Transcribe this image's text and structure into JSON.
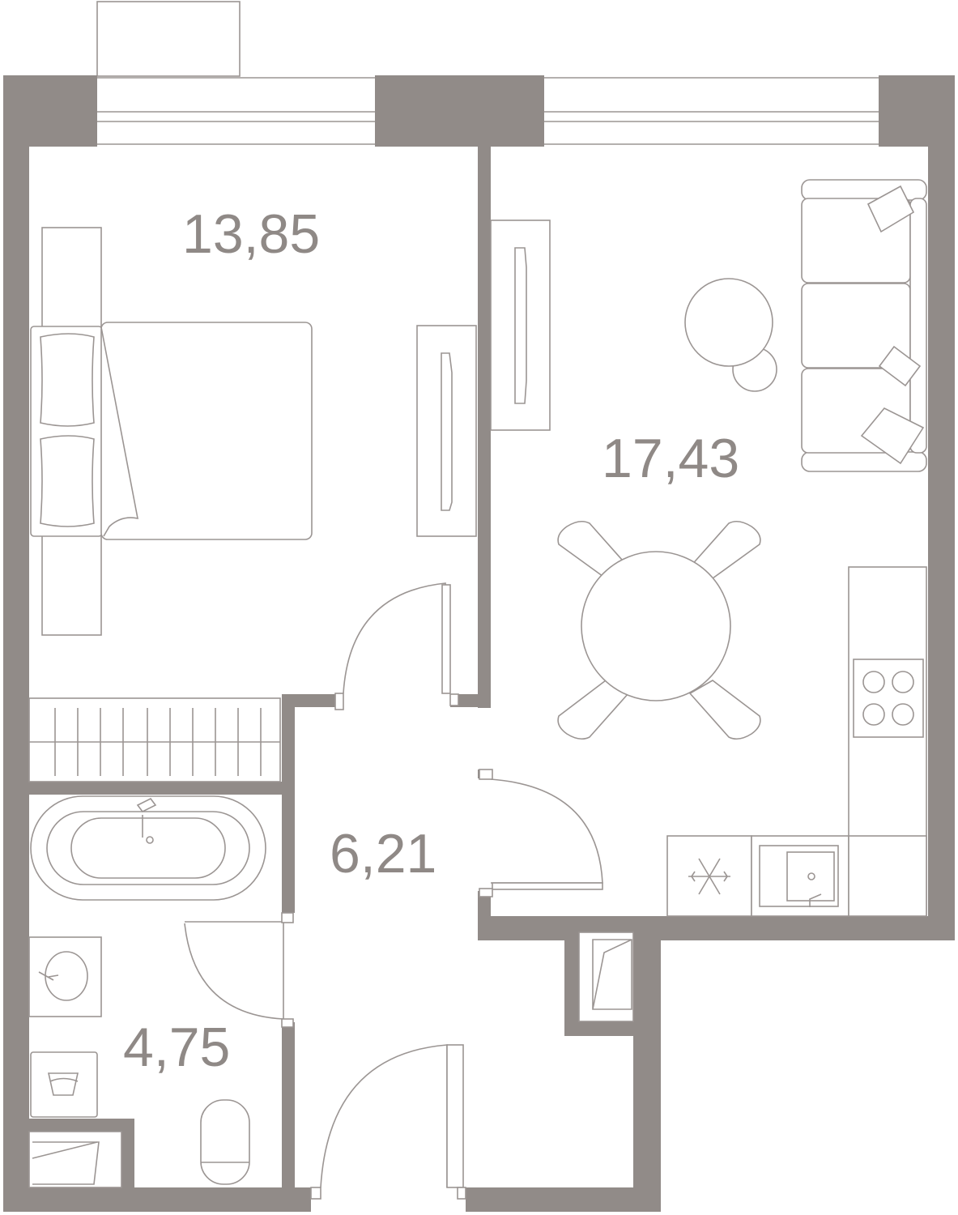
{
  "colors": {
    "wall": "#918b88",
    "line": "#9b9593",
    "text": "#8f8986",
    "background": "#ffffff"
  },
  "rooms": {
    "bedroom": {
      "area": "13,85"
    },
    "living_kitchen": {
      "area": "17,43"
    },
    "hallway": {
      "area": "6,21"
    },
    "bathroom": {
      "area": "4,75"
    }
  }
}
